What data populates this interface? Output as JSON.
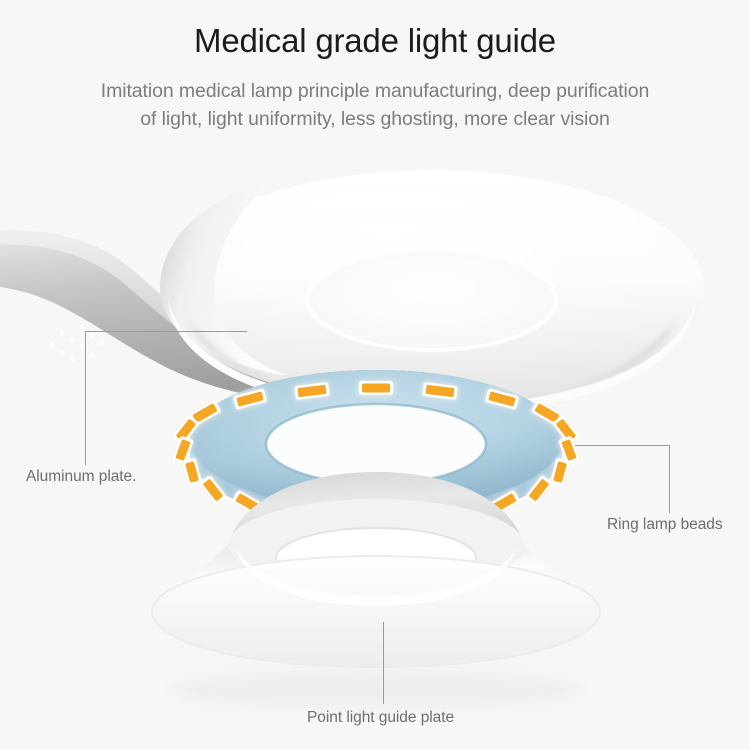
{
  "header": {
    "title": "Medical grade light guide",
    "subtitle_line1": "Imitation medical lamp principle manufacturing, deep purification",
    "subtitle_line2": "of light, light uniformity, less ghosting, more clear vision"
  },
  "callouts": {
    "aluminum_plate": "Aluminum plate.",
    "ring_lamp_beads": "Ring lamp beads",
    "point_light_guide_plate": "Point light guide plate"
  },
  "colors": {
    "background": "#f7f7f7",
    "title_text": "#1b1b1b",
    "subtitle_text": "#7d7d7d",
    "callout_text": "#6e6e6e",
    "leader_line": "#9a9a9a",
    "lamp_body_white": "#fdfdfd",
    "lamp_body_shadow": "#d4d4d4",
    "aluminum_plate": "#b9c8d2",
    "led_ring_blue": "#a9cadc",
    "led_ring_blue_dark": "#7fa8be",
    "led_bead_orange": "#f5a623",
    "led_bead_glow": "#ffffff",
    "diffuser_white": "#fafafa",
    "diffuser_shade": "#d9d9d9",
    "gooseneck_gray": "#b5b5b5"
  },
  "components": {
    "lamp_head": "white torus lamp head with gooseneck arm",
    "aluminum_plate_part": "blue-gray circular plate inside lamp head",
    "led_ring": "blue ring PCB with orange LED beads",
    "diffuser": "white conical point light guide plate"
  },
  "led_ring": {
    "bead_count": 26,
    "bead_color": "#f5a623",
    "ring_color": "#a9cadc"
  }
}
